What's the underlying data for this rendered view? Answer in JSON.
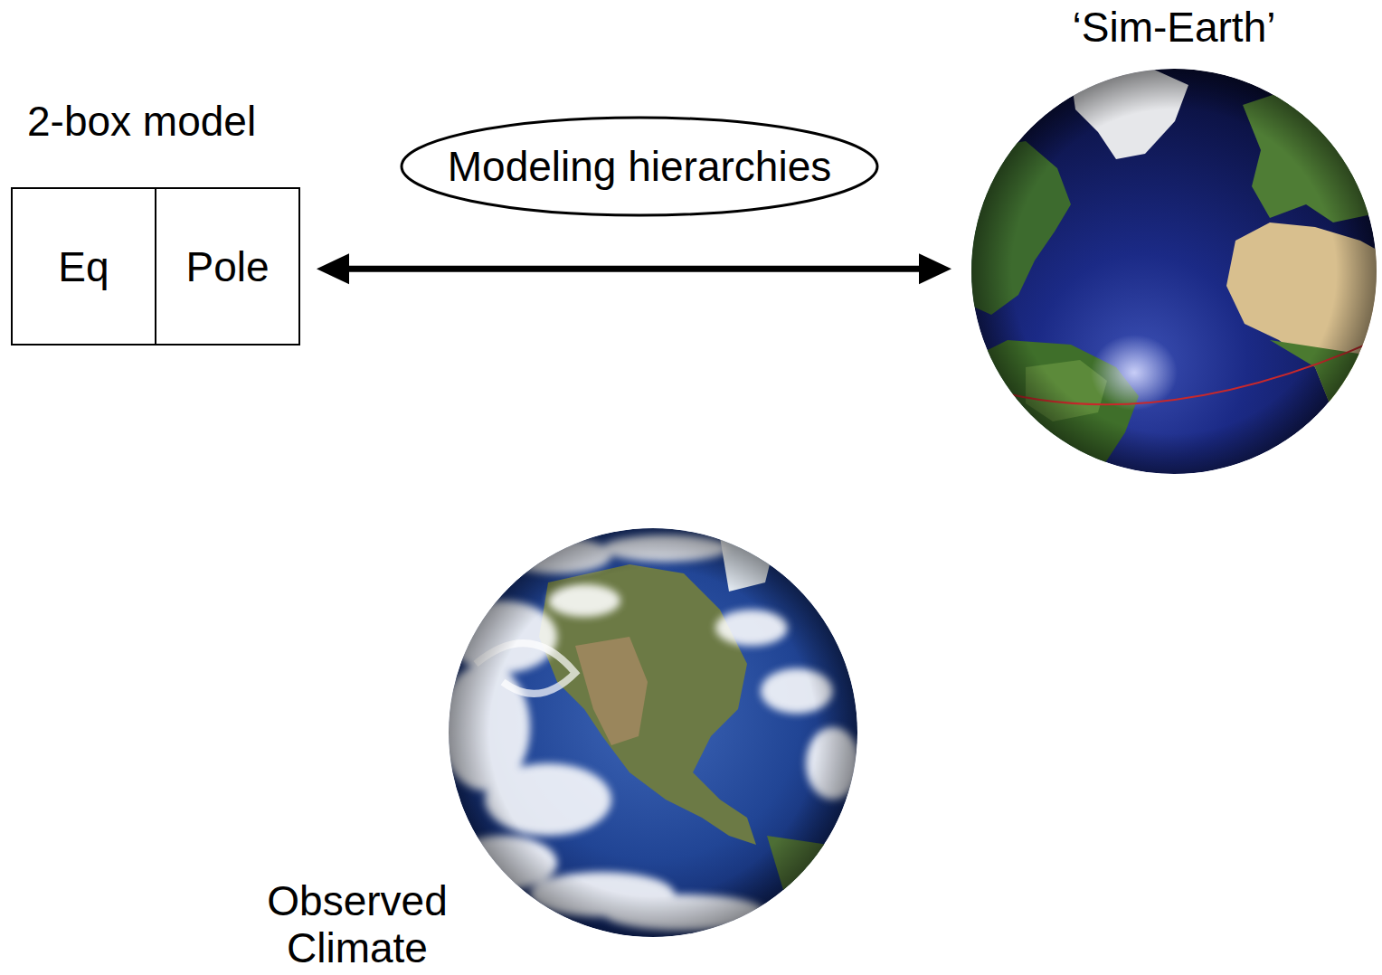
{
  "diagram": {
    "nodes": [
      {
        "text": [
          "Eq"
        ]
      },
      {
        "text": [
          "Pole"
        ]
      },
      {
        "text": [
          "Modeling hierarchies"
        ]
      },
      {
        "text": [
          "‘Sim-Earth’"
        ]
      },
      {
        "text": [
          "Observed Climate"
        ]
      }
    ],
    "edges": [
      {
        "from": 1,
        "to": 3,
        "arrow": "both"
      }
    ],
    "labels": [
      "2-box model"
    ]
  }
}
